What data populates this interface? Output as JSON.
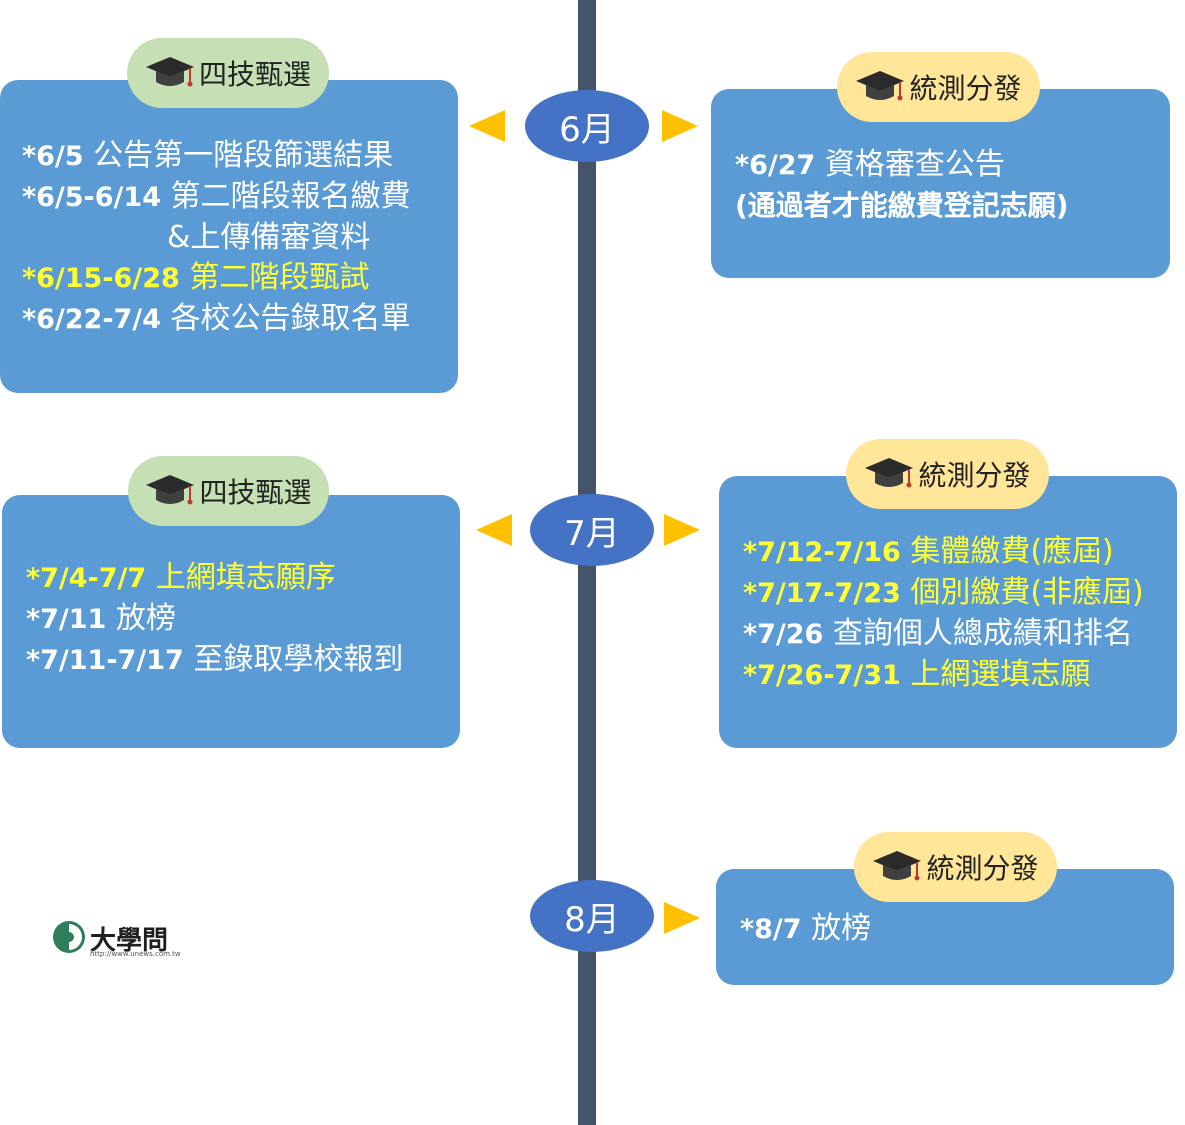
{
  "months": {
    "jun": "6月",
    "jul": "7月",
    "aug": "8月"
  },
  "badges": {
    "four_tech": "四技甄選",
    "exam_dist": "統測分發"
  },
  "jun_left": [
    {
      "date": "*6/5",
      "text": " 公告第一階段篩選結果"
    },
    {
      "date": "*6/5-6/14",
      "text": " 第二階段報名繳費"
    },
    {
      "date": "",
      "text": "&上傳備審資料"
    },
    {
      "date": "*6/15-6/28",
      "text": " 第二階段甄試"
    },
    {
      "date": "*6/22-7/4",
      "text": " 各校公告錄取名單"
    }
  ],
  "jun_right": [
    {
      "date": "*6/27",
      "text": " 資格審查公告"
    },
    {
      "date": "",
      "text": "(通過者才能繳費登記志願)"
    }
  ],
  "jul_left": [
    {
      "date": "*7/4-7/7",
      "text": " 上網填志願序"
    },
    {
      "date": "*7/11",
      "text": " 放榜"
    },
    {
      "date": "*7/11-7/17",
      "text": " 至錄取學校報到"
    }
  ],
  "jul_right": [
    {
      "date": "*7/12-7/16",
      "text": " 集體繳費(應屆)"
    },
    {
      "date": "*7/17-7/23",
      "text": " 個別繳費(非應屆)"
    },
    {
      "date": "*7/26",
      "text": " 查詢個人總成績和排名"
    },
    {
      "date": "*7/26-7/31",
      "text": " 上網選填志願"
    }
  ],
  "aug_right": [
    {
      "date": "*8/7",
      "text": " 放榜"
    }
  ],
  "logo": {
    "name": "大學問",
    "url": "http://www.unews.com.tw"
  },
  "colors": {
    "spine": "#44546a",
    "month": "#4472c4",
    "box": "#5b9bd5",
    "arrow": "#ffc000",
    "highlight": "#ffff33",
    "badge_green": "#c5e0b4",
    "badge_yellow": "#ffe699"
  }
}
